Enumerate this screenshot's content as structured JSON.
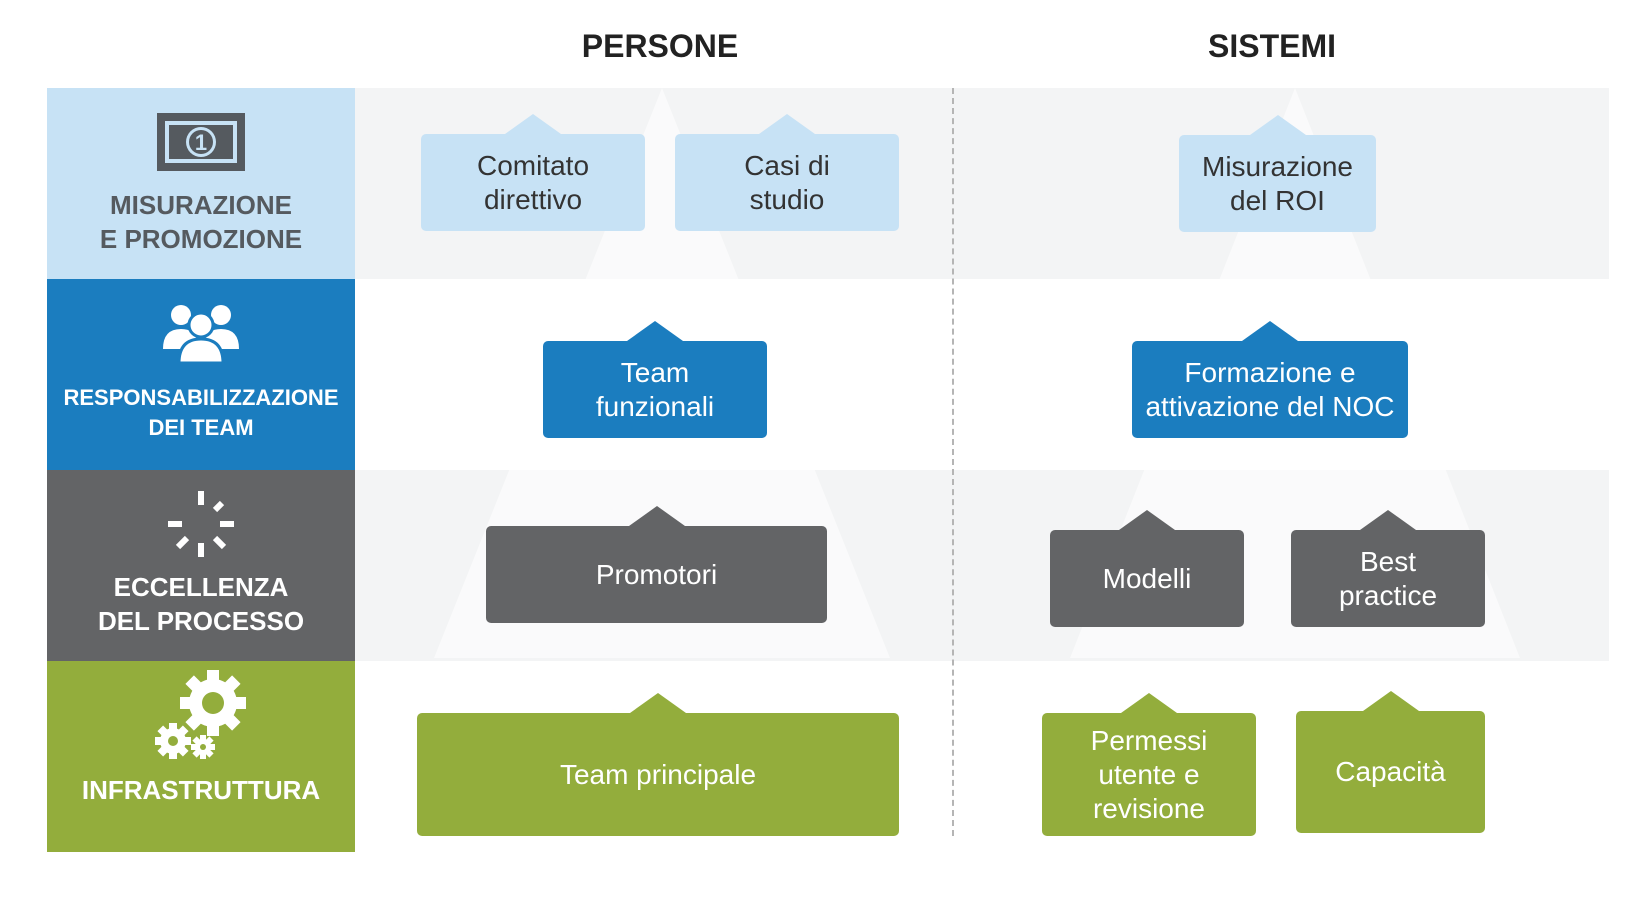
{
  "columns": {
    "persone": "PERSONE",
    "sistemi": "SISTEMI"
  },
  "rows": [
    {
      "label": "MISURAZIONE\nE PROMOZIONE",
      "icon": "money-bill-icon",
      "color": "#c7e2f5"
    },
    {
      "label": "RESPONSABILIZZAZIONE\nDEI TEAM",
      "icon": "team-people-icon",
      "color": "#1b7dbf"
    },
    {
      "label": "ECCELLENZA\nDEL PROCESSO",
      "icon": "spinner-icon",
      "color": "#636466"
    },
    {
      "label": "INFRASTRUTTURA",
      "icon": "gears-icon",
      "color": "#93ad3c"
    }
  ],
  "persone_boxes": {
    "comitato": "Comitato\ndirettivo",
    "casi": "Casi di\nstudio",
    "team_funzionali": "Team\nfunzionali",
    "promotori": "Promotori",
    "team_principale": "Team principale"
  },
  "sistemi_boxes": {
    "roi": "Misurazione\ndel ROI",
    "noc": "Formazione e\nattivazione del NOC",
    "modelli": "Modelli",
    "best_practice": "Best\npractice",
    "permessi": "Permessi\nutente e\nrevisione",
    "capacita": "Capacità"
  }
}
